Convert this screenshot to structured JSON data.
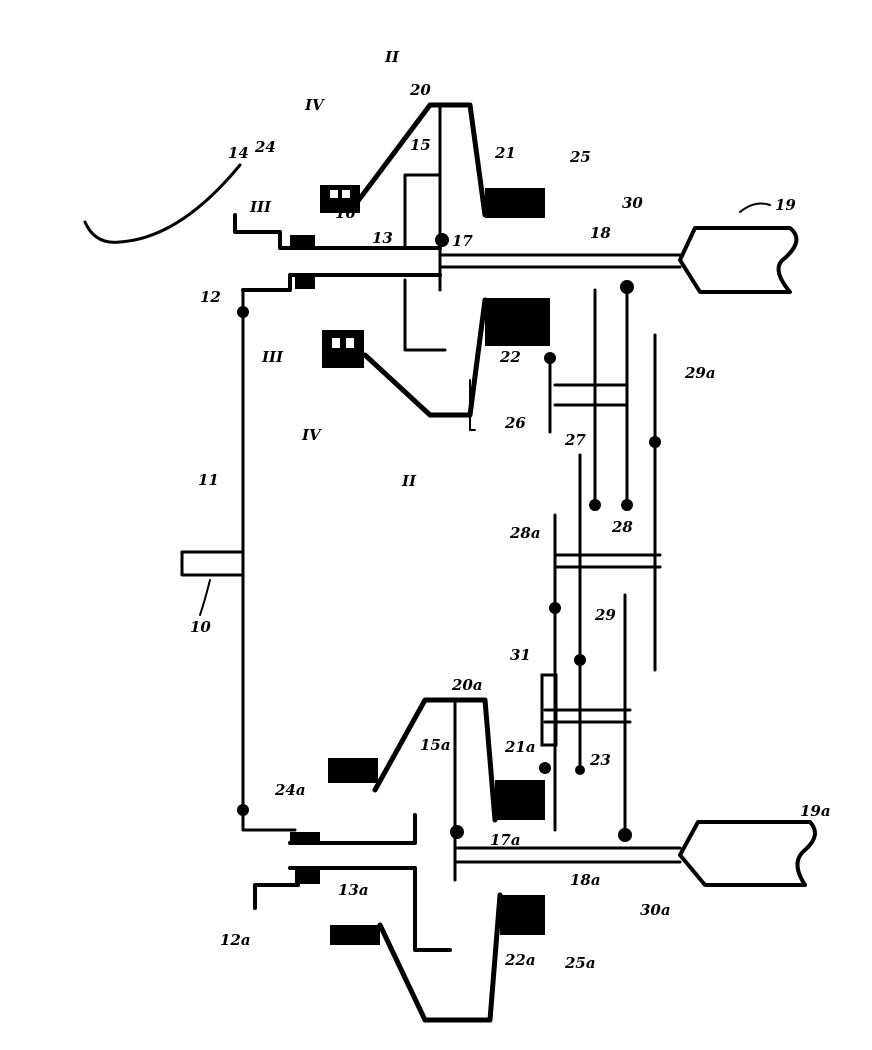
{
  "figure": {
    "labels": {
      "shaft": "10",
      "frame": "11",
      "hub_upper": "12",
      "hub_lower": "12a",
      "tire_upper": "19",
      "tire_lower": "19a",
      "axle_upper": "18",
      "axle_lower": "18a",
      "gear_upper": "17",
      "gear_lower": "17a",
      "carrier_upper": "20",
      "carrier_lower": "20a",
      "spring_upper": "21",
      "spring_lower": "21a",
      "block_upper": "22",
      "block_lower": "22a",
      "bearing_upper": "24",
      "bearing_lower": "24a",
      "spring_end_upper": "25",
      "spring_end_lower": "25a",
      "countershaft_a": "26",
      "gear_27": "27",
      "gear_28": "28",
      "gear_28a": "28a",
      "gear_29": "29",
      "gear_29a": "29a",
      "gear_30": "30",
      "gear_30a": "30a",
      "gear_31": "31",
      "gear_23": "23",
      "stub_16": "16",
      "stub_15": "15",
      "stub_15a": "15a",
      "stub_13": "13",
      "stub_13a": "13a",
      "cable": "14",
      "section_II_top": "II",
      "section_II_bottom": "II",
      "section_III_top": "III",
      "section_III_bottom": "III",
      "section_IV_top": "IV",
      "section_IV_bottom": "IV"
    }
  }
}
